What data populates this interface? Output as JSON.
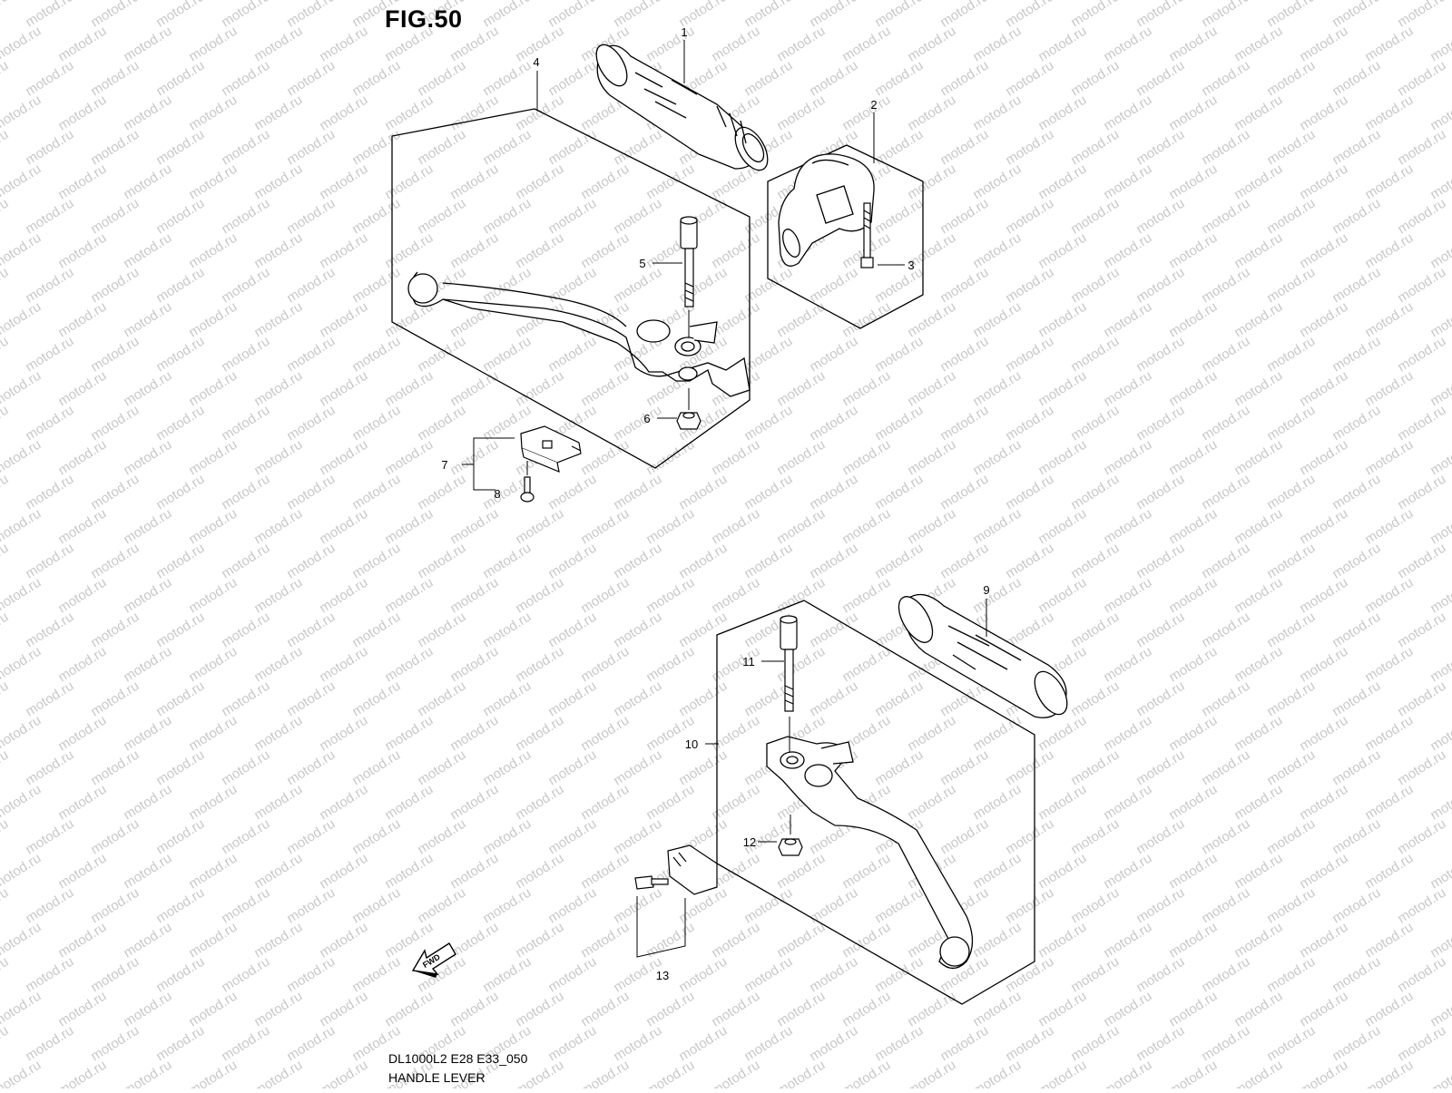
{
  "figure": {
    "title": "FIG.50"
  },
  "footer": {
    "code": "DL1000L2 E28 E33_050",
    "name": "HANDLE LEVER"
  },
  "watermark": {
    "text": "motod.ru"
  },
  "fwd_arrow": {
    "label": "FWD"
  },
  "callouts": [
    {
      "id": "1",
      "label": "1"
    },
    {
      "id": "2",
      "label": "2"
    },
    {
      "id": "3",
      "label": "3"
    },
    {
      "id": "4",
      "label": "4"
    },
    {
      "id": "5",
      "label": "5"
    },
    {
      "id": "6",
      "label": "6"
    },
    {
      "id": "7",
      "label": "7"
    },
    {
      "id": "8",
      "label": "8"
    },
    {
      "id": "9",
      "label": "9"
    },
    {
      "id": "10",
      "label": "10"
    },
    {
      "id": "11",
      "label": "11"
    },
    {
      "id": "12",
      "label": "12"
    },
    {
      "id": "13",
      "label": "13"
    }
  ],
  "colors": {
    "line": "#000000",
    "watermark": "#c8c8c8",
    "background": "#ffffff"
  }
}
